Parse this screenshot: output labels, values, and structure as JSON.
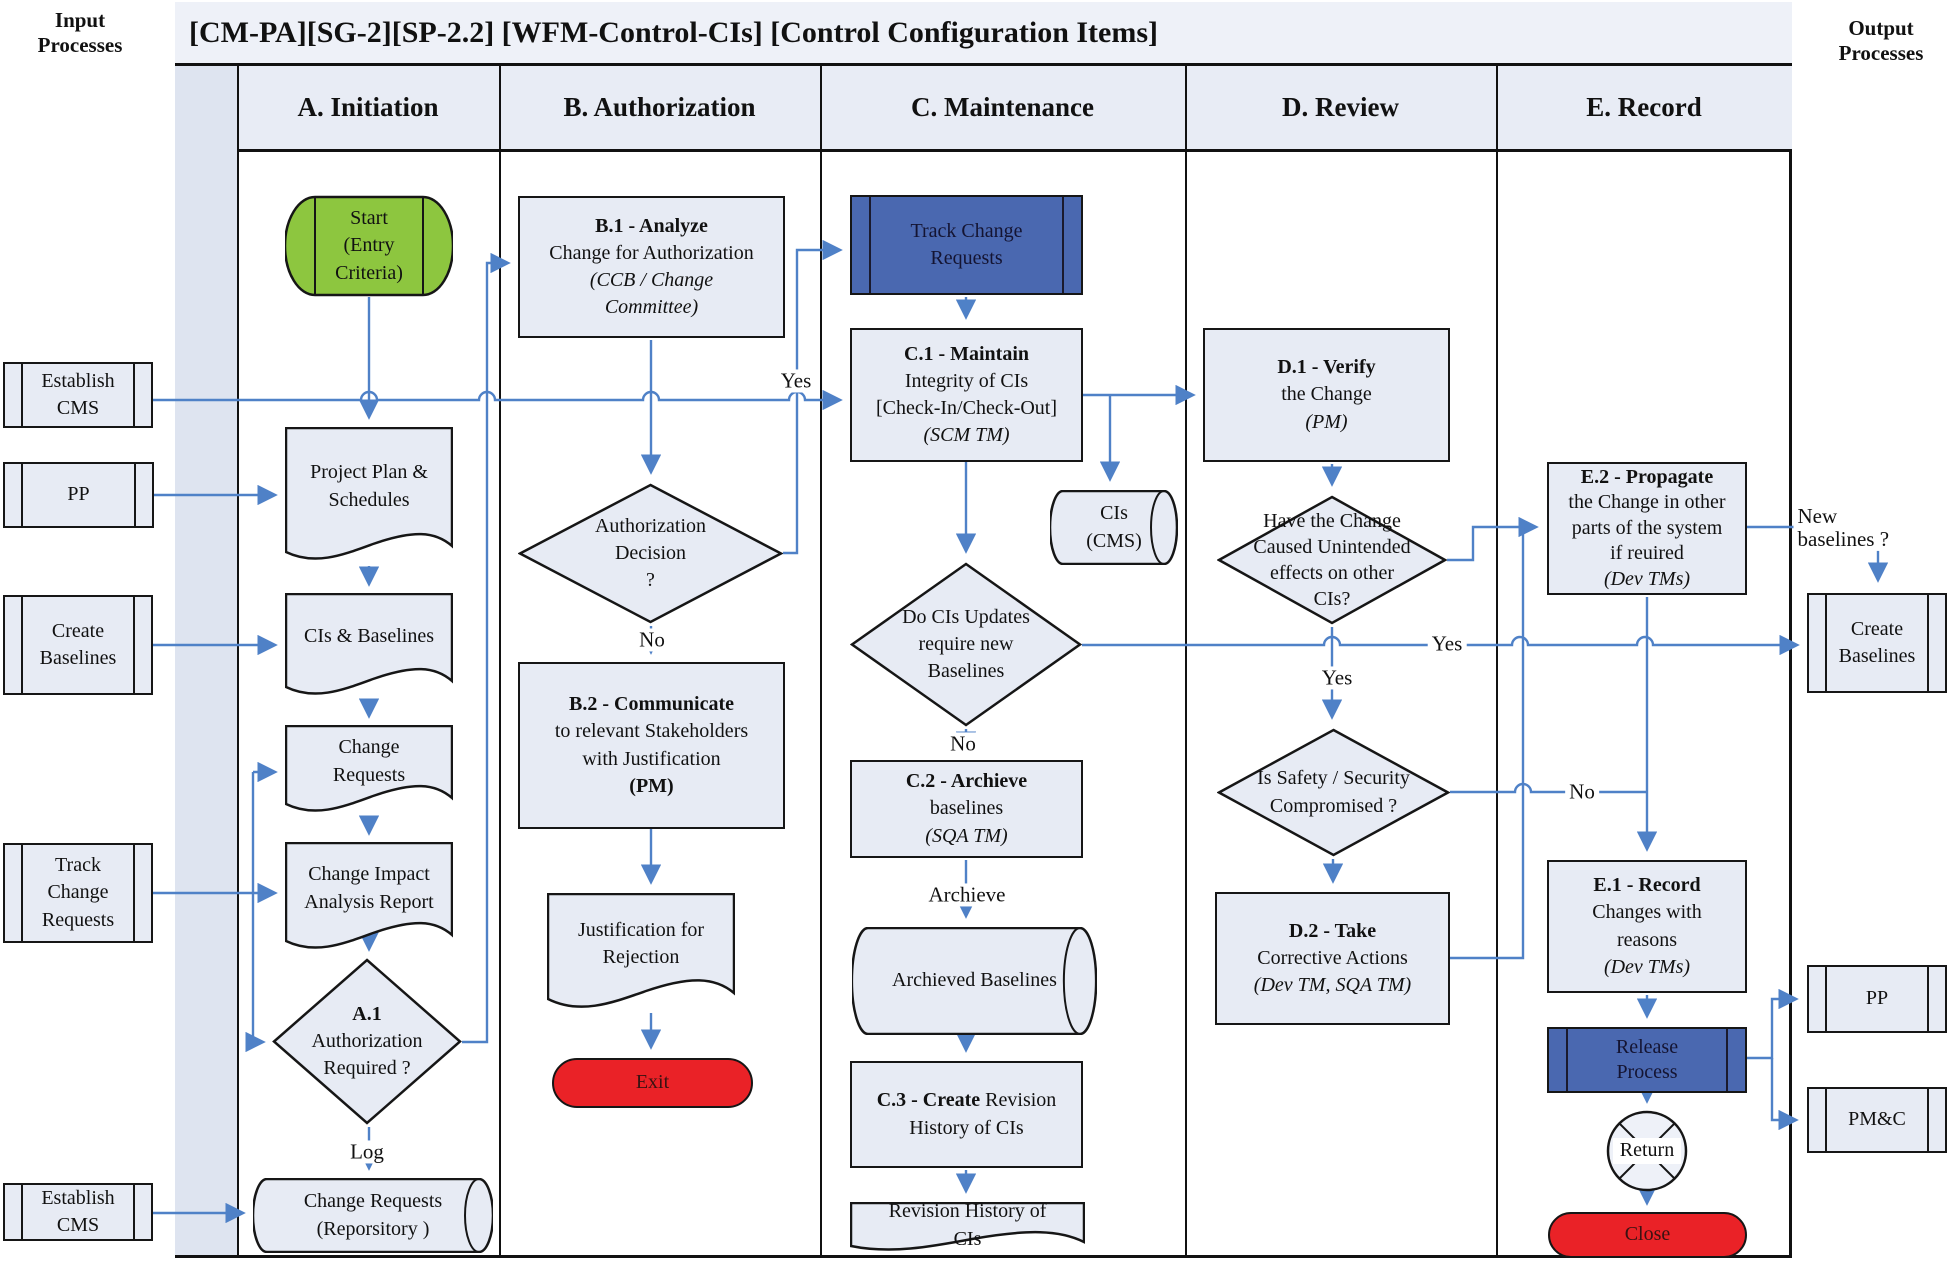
{
  "page": {
    "input_label_1": "Input",
    "input_label_2": "Processes",
    "output_label_1": "Output",
    "output_label_2": "Processes"
  },
  "title": "[CM-PA][SG-2][SP-2.2] [WFM-Control-CIs] [Control Configuration Items]",
  "lanes": [
    "A. Initiation",
    "B. Authorization",
    "C. Maintenance",
    "D. Review",
    "E. Record"
  ],
  "inputs": {
    "establish_cms_1": {
      "l1": "Establish",
      "l2": "CMS"
    },
    "pp": {
      "l1": "PP"
    },
    "create_baselines": {
      "l1": "Create",
      "l2": "Baselines"
    },
    "track_change_requests": {
      "l1": "Track",
      "l2": "Change",
      "l3": "Requests"
    },
    "establish_cms_2": {
      "l1": "Establish",
      "l2": "CMS"
    }
  },
  "outputs": {
    "create_baselines": {
      "l1": "Create",
      "l2": "Baselines"
    },
    "pp": {
      "l1": "PP"
    },
    "pmc": {
      "l1": "PM&C"
    }
  },
  "nodes": {
    "start": {
      "l1": "Start",
      "l2": "(Entry",
      "l3": "Criteria)"
    },
    "project_plan": {
      "l1": "Project Plan &",
      "l2": "Schedules"
    },
    "cis_baselines": {
      "l1": "CIs & Baselines"
    },
    "change_requests": {
      "l1": "Change",
      "l2": "Requests"
    },
    "change_impact": {
      "l1": "Change Impact",
      "l2": "Analysis Report"
    },
    "a1": {
      "l1": "A.1",
      "l2": "Authorization",
      "l3": "Required ?"
    },
    "cr_repository": {
      "l1": "Change Requests",
      "l2": "(Reporsitory )"
    },
    "b1": {
      "l1": "B.1 - Analyze",
      "l2": "Change for Authorization",
      "l3": "(CCB / Change",
      "l4": "Committee)"
    },
    "auth_decision": {
      "l1": "Authorization",
      "l2": "Decision",
      "l3": "?"
    },
    "b2": {
      "l1": "B.2 - Communicate",
      "l2": "to relevant Stakeholders",
      "l3": "with Justification",
      "l4": "(PM)"
    },
    "justification": {
      "l1": "Justification for",
      "l2": "Rejection"
    },
    "exit": {
      "l1": "Exit"
    },
    "track_cr": {
      "l1": "Track Change",
      "l2": "Requests"
    },
    "c1": {
      "l1": "C.1 - Maintain",
      "l2": "Integrity of CIs",
      "l3": "[Check-In/Check-Out]",
      "l4": "(SCM TM)"
    },
    "cis_cms": {
      "l1": "CIs",
      "l2": "(CMS)"
    },
    "do_cis": {
      "l1": "Do CIs Updates",
      "l2": "require new",
      "l3": "Baselines"
    },
    "c2": {
      "l1": "C.2 - Archieve",
      "l2": "baselines",
      "l3": "(SQA TM)"
    },
    "archived_baselines": {
      "l1": "Archieved Baselines"
    },
    "c3": {
      "l1a": "C.3 - Create",
      "l1b": " Revision",
      "l2": "History of CIs"
    },
    "revision_history": {
      "l1": "Revision History of",
      "l2": "CIs"
    },
    "d1": {
      "l1": "D.1 - Verify",
      "l2": "the Change",
      "l3": "(PM)"
    },
    "have_change": {
      "l1": "Have the Change",
      "l2": "Caused Unintended",
      "l3": "effects on other",
      "l4": "CIs?"
    },
    "safety": {
      "l1": "Is Safety / Security",
      "l2": "Compromised ?"
    },
    "d2": {
      "l1": "D.2 - Take",
      "l2": "Corrective Actions",
      "l3": "(Dev TM, SQA TM)"
    },
    "e2": {
      "l1": "E.2 - Propagate",
      "l2": "the Change in other",
      "l3": "parts of the system",
      "l4": "if reuired",
      "l5": "(Dev TMs)"
    },
    "e1": {
      "l1": "E.1 - Record",
      "l2": "Changes with",
      "l3": "reasons",
      "l4": "(Dev TMs)"
    },
    "release": {
      "l1": "Release",
      "l2": "Process"
    },
    "return": {
      "l1": "Return"
    },
    "close": {
      "l1": "Close"
    }
  },
  "labels": {
    "log": "Log",
    "yes_auth": "Yes",
    "no_auth": "No",
    "no_do": "No",
    "archieve": "Archieve",
    "yes_long": "Yes",
    "yes_have": "Yes",
    "no_safety": "No",
    "new_baselines": "New baselines ?"
  },
  "colors": {
    "connector_blue": "#4f81c7",
    "process_fill": "#e7ebf4",
    "subprocess_blue": "#4a68b0",
    "start_green": "#8dc63f",
    "terminator_red": "#ea2227"
  }
}
